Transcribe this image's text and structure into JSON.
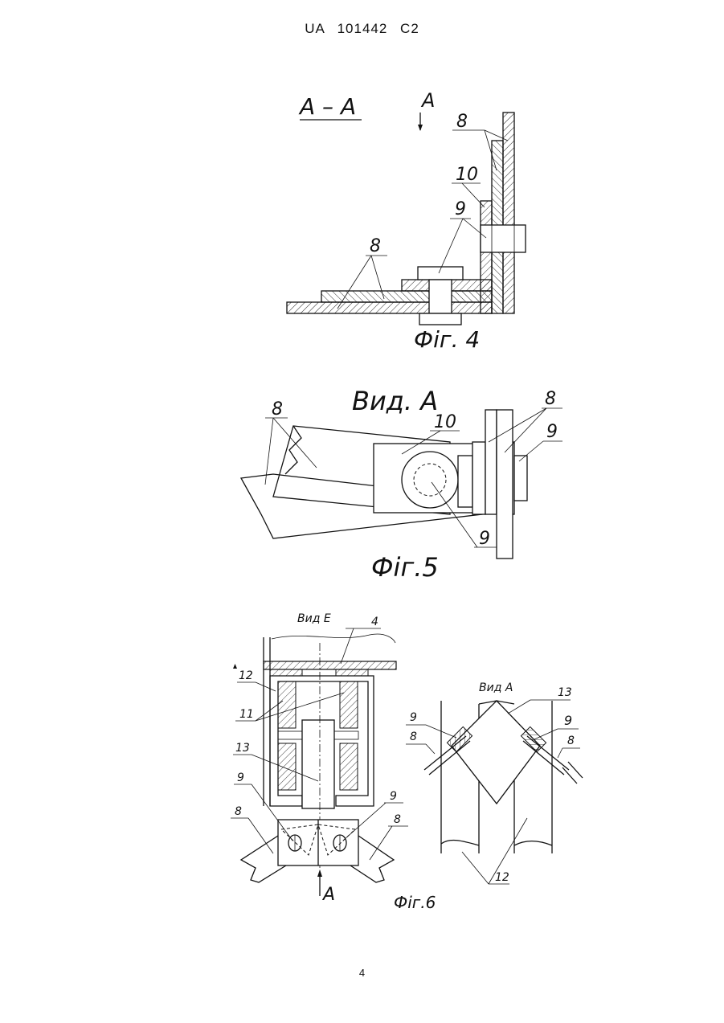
{
  "header": {
    "patent_number": "UA   101442   C2"
  },
  "figure4": {
    "section_label": "A – A",
    "view_arrow_label": "A",
    "callouts": {
      "top_8": "8",
      "callout_10": "10",
      "callout_9": "9",
      "left_8": "8"
    },
    "caption": "Фіг. 4"
  },
  "figure5": {
    "title": "Вид. А",
    "callouts": {
      "left_8": "8",
      "callout_10": "10",
      "right_8": "8",
      "right_9": "9",
      "bottom_9": "9"
    },
    "caption": "Фіг.5"
  },
  "figure6": {
    "left_view_title": "Вид Е",
    "right_view_title": "Вид А",
    "left_callouts": {
      "c4": "4",
      "c12": "12",
      "c11": "11",
      "c13": "13",
      "c9_left": "9",
      "c9_right": "9",
      "c8_left": "8",
      "c8_right": "8"
    },
    "arrow_label": "A",
    "right_callouts": {
      "c13": "13",
      "c9_left": "9",
      "c9_right": "9",
      "c8_left": "8",
      "c8_right": "8",
      "c12": "12"
    },
    "caption": "Фіг.6"
  },
  "footer": {
    "page_number": "4"
  }
}
